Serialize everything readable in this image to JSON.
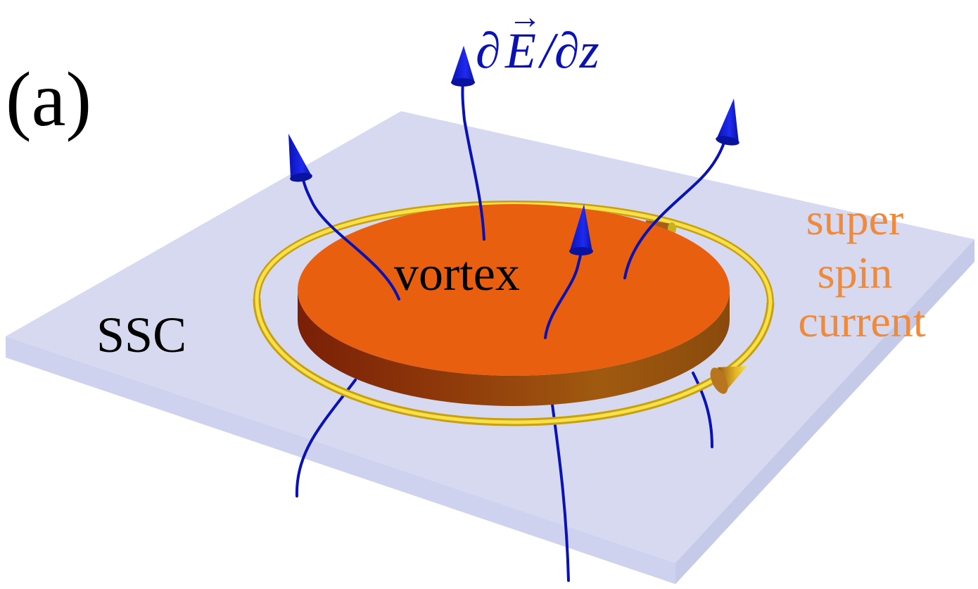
{
  "panel_label": "(a)",
  "field_label": {
    "partial_top": "∂",
    "vector": "E",
    "arrow": "→",
    "rest": "/∂z"
  },
  "vortex_label": "vortex",
  "ssc_label": "SSC",
  "current_label": {
    "line1": "super",
    "line2": "spin",
    "line3": "current"
  },
  "colors": {
    "plate_top": "#d6d9f0",
    "plate_side": "#c9cdea",
    "disk_top": "#e8600f",
    "disk_side_dark": "#8b2a08",
    "disk_side_light": "#b0620f",
    "ring": "#f2d21a",
    "ring_edge": "#c9a010",
    "field_lines": "#0a12b4",
    "label_blue": "#0a12b4",
    "label_orange": "#ef8a3a",
    "label_black": "#000000"
  },
  "icons": {
    "field_arrowhead": "arrowhead-cone-icon",
    "current_arrowhead": "arrowhead-cone-icon"
  }
}
